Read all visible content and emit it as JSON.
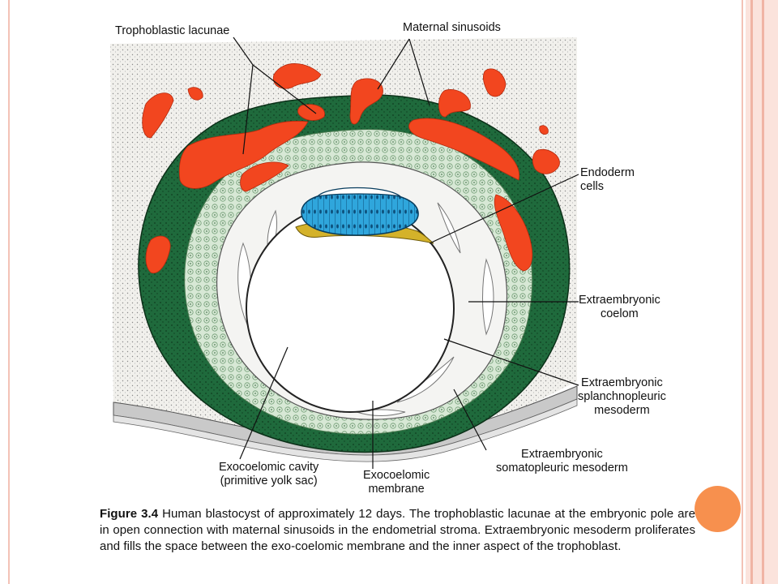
{
  "labels": {
    "trophoblastic_lacunae": "Trophoblastic lacunae",
    "maternal_sinusoids": "Maternal sinusoids",
    "endoderm_cells_1": "Endoderm",
    "endoderm_cells_2": "cells",
    "extraembryonic_coelom_1": "Extraembryonic",
    "extraembryonic_coelom_2": "coelom",
    "splanchnopleuric_1": "Extraembryonic",
    "splanchnopleuric_2": "splanchnopleuric",
    "splanchnopleuric_3": "mesoderm",
    "somatopleuric_1": "Extraembryonic",
    "somatopleuric_2": "somatopleuric mesoderm",
    "exocoelomic_cavity_1": "Exocoelomic cavity",
    "exocoelomic_cavity_2": "(primitive yolk sac)",
    "exocoelomic_membrane_1": "Exocoelomic",
    "exocoelomic_membrane_2": "membrane"
  },
  "caption": {
    "figure_ref": "Figure 3.4",
    "text": " Human blastocyst of approximately 12 days. The trophoblastic lacunae at the embryonic pole are in open connection with maternal sinusoids in the endometrial stroma. Extraembryonic mesoderm proliferates and fills the space between the exo-coelomic membrane and the inner aspect of the trophoblast."
  },
  "colors": {
    "trophoblast": "#1f6a3c",
    "mesoderm": "#cfe3cf",
    "lacunae": "#f2461f",
    "epiblast": "#2a9fd6",
    "hypoblast": "#c8a21a",
    "stroma": "#ecebe6",
    "accent": "#f7904e"
  }
}
